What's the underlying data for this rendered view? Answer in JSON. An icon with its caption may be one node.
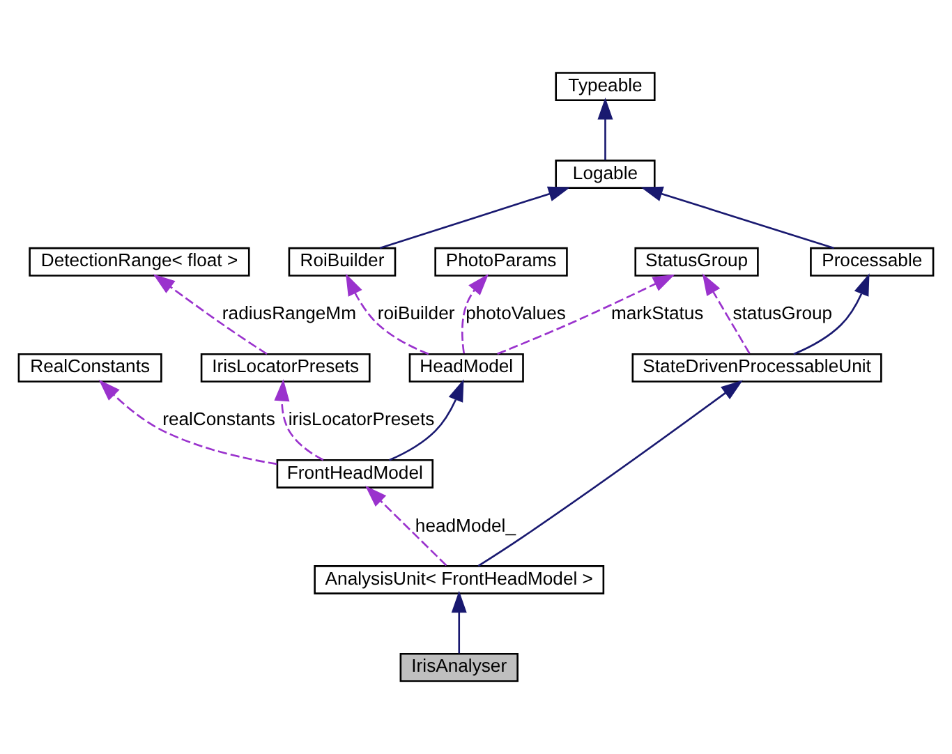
{
  "diagram": {
    "nodes": [
      {
        "text": [
          "Typeable"
        ]
      },
      {
        "text": [
          "Logable"
        ]
      },
      {
        "text": [
          "DetectionRange< float >"
        ]
      },
      {
        "text": [
          "RoiBuilder"
        ]
      },
      {
        "text": [
          "PhotoParams"
        ]
      },
      {
        "text": [
          "StatusGroup"
        ]
      },
      {
        "text": [
          "Processable"
        ]
      },
      {
        "text": [
          "RealConstants"
        ]
      },
      {
        "text": [
          "IrisLocatorPresets"
        ]
      },
      {
        "text": [
          "HeadModel"
        ]
      },
      {
        "text": [
          "StateDrivenProcessableUnit"
        ]
      },
      {
        "text": [
          "FrontHeadModel"
        ]
      },
      {
        "text": [
          "AnalysisUnit< FrontHeadModel >"
        ]
      },
      {
        "text": [
          "IrisAnalyser"
        ]
      }
    ],
    "edges": [
      {
        "from": 1,
        "to": 0,
        "arrow": "to",
        "color": "#191970"
      },
      {
        "from": 3,
        "to": 1,
        "arrow": "to",
        "color": "#191970"
      },
      {
        "from": 6,
        "to": 1,
        "arrow": "to",
        "color": "#191970"
      },
      {
        "from": 8,
        "to": 2,
        "arrow": "to",
        "style": "dashed",
        "label": "radiusRangeMm"
      },
      {
        "from": 9,
        "to": 3,
        "arrow": "to",
        "style": "dashed",
        "label": "roiBuilder"
      },
      {
        "from": 9,
        "to": 4,
        "arrow": "to",
        "style": "dashed",
        "label": "photoValues"
      },
      {
        "from": 9,
        "to": 5,
        "arrow": "to",
        "style": "dashed",
        "label": "markStatus"
      },
      {
        "from": 10,
        "to": 5,
        "arrow": "to",
        "style": "dashed",
        "label": "statusGroup"
      },
      {
        "from": 10,
        "to": 6,
        "arrow": "to",
        "color": "#191970"
      },
      {
        "from": 11,
        "to": 7,
        "arrow": "to",
        "style": "dashed",
        "label": "realConstants"
      },
      {
        "from": 11,
        "to": 8,
        "arrow": "to",
        "style": "dashed",
        "label": "irisLocatorPresets"
      },
      {
        "from": 11,
        "to": 9,
        "arrow": "to",
        "color": "#191970"
      },
      {
        "from": 12,
        "to": 11,
        "arrow": "to",
        "style": "dashed",
        "label": "headModel_"
      },
      {
        "from": 12,
        "to": 10,
        "arrow": "to",
        "color": "#191970"
      },
      {
        "from": 13,
        "to": 12,
        "arrow": "to",
        "color": "#191970"
      }
    ]
  }
}
